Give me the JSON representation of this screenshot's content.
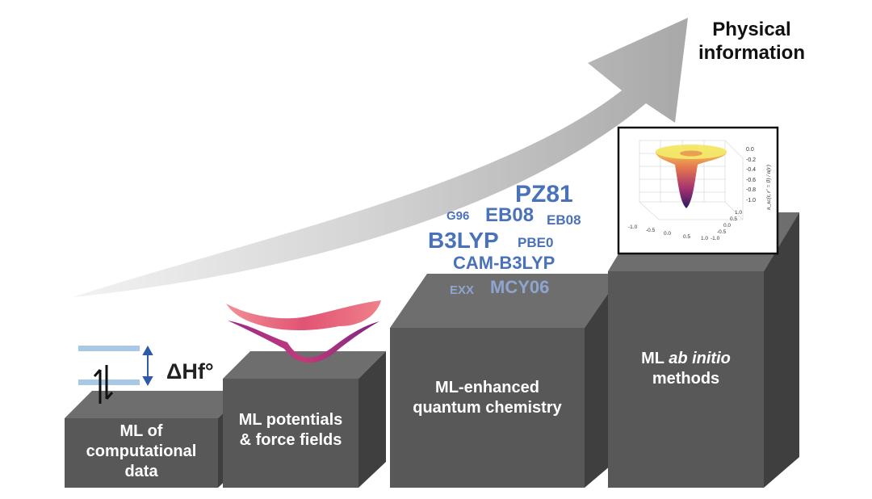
{
  "title": "Physical information",
  "steps": [
    {
      "line1": "ML of",
      "line2": "computational",
      "line3": "data"
    },
    {
      "line1": "ML potentials",
      "line2": "& force fields"
    },
    {
      "line1": "ML-enhanced",
      "line2": "quantum chemistry"
    },
    {
      "line1_pre": "ML ",
      "line1_em": "ab initio",
      "line2": "methods"
    }
  ],
  "enthalpy_label": "ΔHf°",
  "functionals": [
    "PZ81",
    "G96",
    "EB08",
    "EB08",
    "B3LYP",
    "PBE0",
    "CAM-B3LYP",
    "EXX",
    "MCY06"
  ],
  "inset_plot": {
    "ylabel": "n_xc(r, r' = 0) / n(r)",
    "z_ticks": [
      "0.0",
      "-0.2",
      "-0.4",
      "-0.6",
      "-0.8",
      "-1.0"
    ],
    "x_ticks": [
      "-1.0",
      "-0.5",
      "0.0",
      "0.5",
      "1.0"
    ],
    "y_ticks": [
      "-1.0",
      "-0.5",
      "0.0",
      "0.5",
      "1.0"
    ]
  },
  "colors": {
    "block_front": "#585858",
    "block_top": "#6e6e6e",
    "block_side": "#3f3f3f",
    "arrow": "#bdbdbd",
    "functional_dark": "#4a72b9",
    "functional_light": "#8ea6cf",
    "energy_level": "#a9c8e6",
    "energy_arrow": "#2e5aa8"
  }
}
